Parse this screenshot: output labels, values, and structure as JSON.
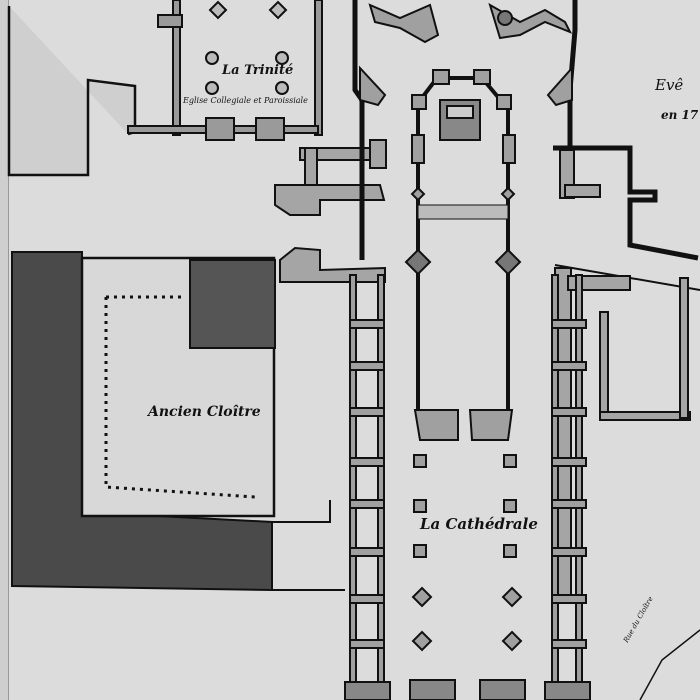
{
  "document": {
    "type": "historical architectural ground plan (scan)",
    "colors": {
      "paper": "#dcdcdc",
      "ink": "#1a1a1a",
      "wall_fill": "#9a9a9a",
      "shaded_area": "#4a4a4a"
    }
  },
  "labels": {
    "trinite": "La Trinité",
    "trinite_sub": "Eglise Collegiale et Paroissiale",
    "cloitre": "Ancien Cloître",
    "cathedrale": "La Cathédrale",
    "margin_line1": "Evê",
    "margin_line2": "en 17",
    "street": "Rue du Cloître"
  }
}
